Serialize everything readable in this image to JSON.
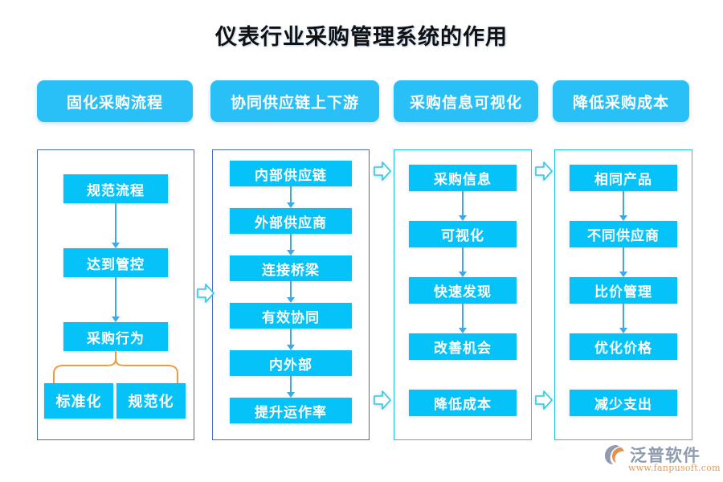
{
  "page": {
    "title": "仪表行业采购管理系统的作用",
    "colors": {
      "node_fill": "#05c3f9",
      "pill_fill": "#29c0f7",
      "border_blue": "#4a68c4",
      "border_cyan": "#1fc3dd",
      "arrow_blue": "#3ea8e8",
      "bracket_orange": "#f09a3e",
      "chevron_cyan": "#2ec8dd",
      "logo_gray": "#8e9bb0",
      "logo_orange": "#e09a5c"
    }
  },
  "headers": [
    {
      "label": "固化采购流程"
    },
    {
      "label": "协同供应链上下游"
    },
    {
      "label": "采购信息可视化"
    },
    {
      "label": "降低采购成本"
    }
  ],
  "columns": [
    {
      "name": "column-process-standardization",
      "border": "blue",
      "nodes": [
        {
          "label": "规范流程"
        },
        {
          "label": "达到管控"
        },
        {
          "label": "采购行为"
        },
        {
          "label": "标准化"
        },
        {
          "label": "规范化"
        }
      ]
    },
    {
      "name": "column-supply-chain",
      "border": "blue",
      "nodes": [
        {
          "label": "内部供应链"
        },
        {
          "label": "外部供应商"
        },
        {
          "label": "连接桥梁"
        },
        {
          "label": "有效协同"
        },
        {
          "label": "内外部"
        },
        {
          "label": "提升运作率"
        }
      ]
    },
    {
      "name": "column-visibility",
      "border": "cyan",
      "nodes": [
        {
          "label": "采购信息"
        },
        {
          "label": "可视化"
        },
        {
          "label": "快速发现"
        },
        {
          "label": "改善机会"
        },
        {
          "label": "降低成本"
        }
      ]
    },
    {
      "name": "column-cost-reduction",
      "border": "cyan",
      "nodes": [
        {
          "label": "相同产品"
        },
        {
          "label": "不同供应商"
        },
        {
          "label": "比价管理"
        },
        {
          "label": "优化价格"
        },
        {
          "label": "减少支出"
        }
      ]
    }
  ],
  "logo": {
    "brand": "泛普软件",
    "url": "www.fanpusoft.com"
  }
}
